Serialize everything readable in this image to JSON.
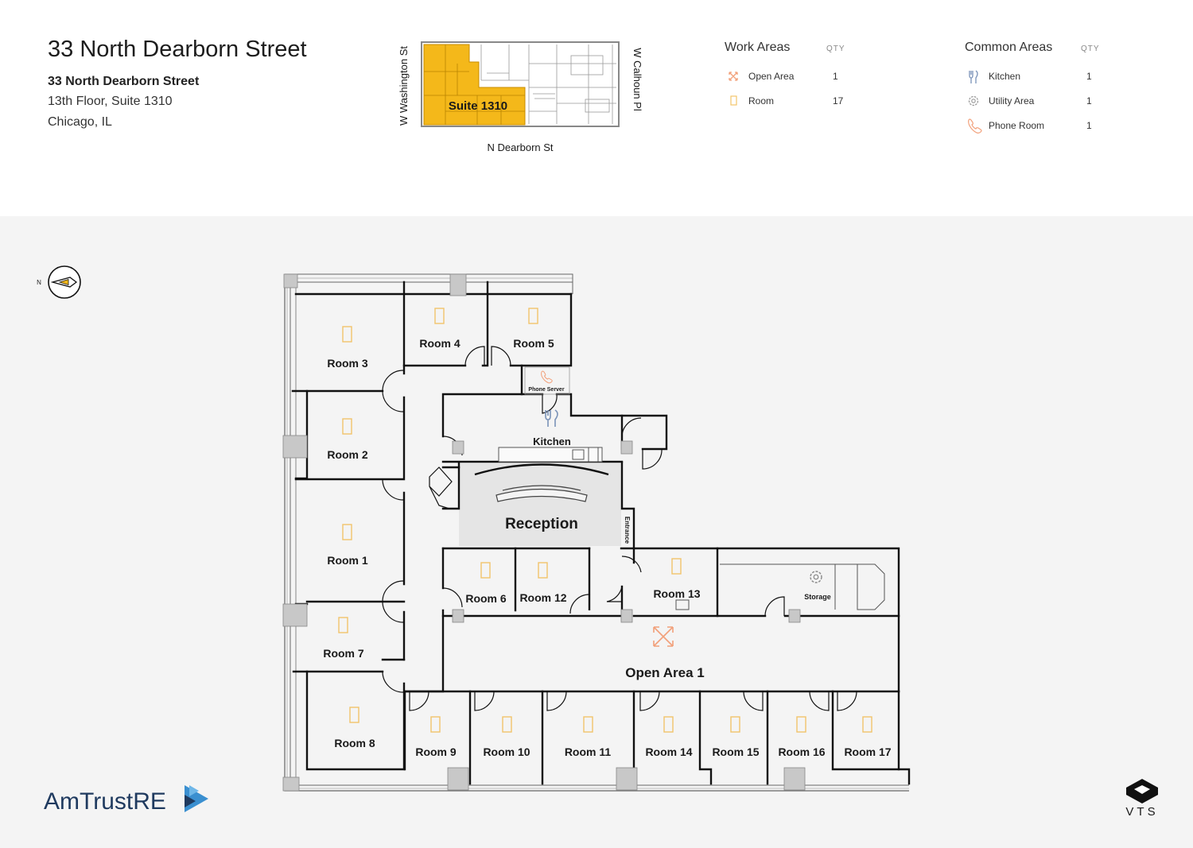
{
  "header": {
    "title": "33 North Dearborn Street",
    "address_line1": "33 North Dearborn Street",
    "address_line2": "13th Floor, Suite 1310",
    "address_line3": "Chicago, IL"
  },
  "keymap": {
    "suite_label": "Suite 1310",
    "street_left": "W Washington St",
    "street_right": "W Calhoun Pl",
    "street_bottom": "N Dearborn St"
  },
  "work_areas": {
    "heading": "Work Areas",
    "qty_label": "QTY",
    "items": [
      {
        "label": "Open Area",
        "qty": "1",
        "icon": "open-area-icon"
      },
      {
        "label": "Room",
        "qty": "17",
        "icon": "room-icon"
      }
    ]
  },
  "common_areas": {
    "heading": "Common Areas",
    "qty_label": "QTY",
    "items": [
      {
        "label": "Kitchen",
        "qty": "1",
        "icon": "kitchen-icon"
      },
      {
        "label": "Utility Area",
        "qty": "1",
        "icon": "gear-icon"
      },
      {
        "label": "Phone Room",
        "qty": "1",
        "icon": "phone-icon"
      }
    ]
  },
  "compass": {
    "label": "N"
  },
  "floorplan": {
    "rooms": {
      "room1": "Room 1",
      "room2": "Room 2",
      "room3": "Room 3",
      "room4": "Room 4",
      "room5": "Room 5",
      "room6": "Room 6",
      "room7": "Room 7",
      "room8": "Room 8",
      "room9": "Room 9",
      "room10": "Room 10",
      "room11": "Room 11",
      "room12": "Room 12",
      "room13": "Room 13",
      "room14": "Room 14",
      "room15": "Room 15",
      "room16": "Room 16",
      "room17": "Room 17"
    },
    "reception": "Reception",
    "kitchen": "Kitchen",
    "phone_server": "Phone Server",
    "storage": "Storage",
    "open_area": "Open Area 1",
    "entrance": "Entrance"
  },
  "logos": {
    "amtrust": "AmTrustRE",
    "vts": "VTS"
  },
  "colors": {
    "accent_yellow": "#f4b81a",
    "room_icon": "#f2c46b",
    "open_area_icon": "#f2a07a",
    "wall": "#111111",
    "reception_fill": "#e6e6e6",
    "column": "#c8c8c8"
  }
}
